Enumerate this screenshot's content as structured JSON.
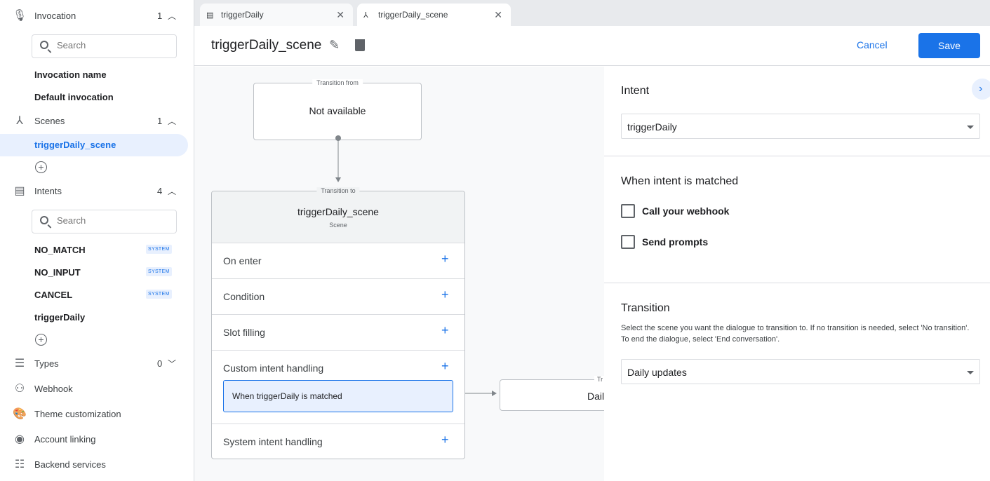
{
  "sidebar": {
    "invocation": {
      "label": "Invocation",
      "count": "1",
      "search_placeholder": "Search",
      "items": [
        "Invocation name",
        "Default invocation"
      ]
    },
    "scenes": {
      "label": "Scenes",
      "count": "1",
      "items": [
        "triggerDaily_scene"
      ]
    },
    "intents": {
      "label": "Intents",
      "count": "4",
      "search_placeholder": "Search",
      "items": [
        {
          "label": "NO_MATCH",
          "badge": "SYSTEM"
        },
        {
          "label": "NO_INPUT",
          "badge": "SYSTEM"
        },
        {
          "label": "CANCEL",
          "badge": "SYSTEM"
        },
        {
          "label": "triggerDaily"
        }
      ]
    },
    "types": {
      "label": "Types",
      "count": "0"
    },
    "links": [
      "Webhook",
      "Theme customization",
      "Account linking",
      "Backend services"
    ]
  },
  "tabs": [
    {
      "label": "triggerDaily",
      "icon": "intent-icon"
    },
    {
      "label": "triggerDaily_scene",
      "icon": "scene-icon",
      "active": true
    }
  ],
  "header": {
    "title": "triggerDaily_scene",
    "cancel": "Cancel",
    "save": "Save"
  },
  "canvas": {
    "from": {
      "caption": "Transition from",
      "value": "Not available"
    },
    "to": {
      "caption": "Transition to",
      "title": "triggerDaily_scene",
      "subtitle": "Scene"
    },
    "rows": [
      "On enter",
      "Condition",
      "Slot filling",
      "Custom intent handling",
      "System intent handling"
    ],
    "handler": "When triggerDaily is matched",
    "target": {
      "caption": "Tr",
      "value": "Dail"
    }
  },
  "panel": {
    "intent_heading": "Intent",
    "intent_value": "triggerDaily",
    "matched_heading": "When intent is matched",
    "checkboxes": [
      "Call your webhook",
      "Send prompts"
    ],
    "transition_heading": "Transition",
    "transition_help": "Select the scene you want the dialogue to transition to. If no transition is needed, select 'No transition'. To end the dialogue, select 'End conversation'.",
    "transition_value": "Daily updates"
  },
  "colors": {
    "accent": "#1a73e8",
    "selected_bg": "#e8f0fe"
  }
}
